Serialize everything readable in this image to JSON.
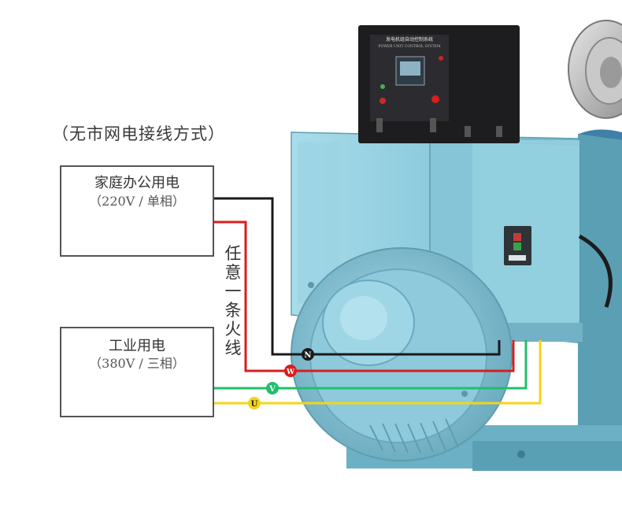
{
  "heading": "（无市网电接线方式）",
  "home": {
    "title": "家庭办公用电",
    "spec": "（220V / 单相）"
  },
  "industry": {
    "title": "工业用电",
    "spec": "（380V / 三相）"
  },
  "note_chars": [
    "任",
    "意",
    "一",
    "条",
    "火",
    "线"
  ],
  "terminals": {
    "n": "N",
    "w": "W",
    "v": "V",
    "u": "U"
  },
  "panel": {
    "title": "发电机组自动控制系统",
    "subtitle": "POWER UNIT CONTROL SYSTEM"
  },
  "colors": {
    "neutral": "#1a1a1a",
    "phase_w": "#d81e1e",
    "phase_v": "#1fbf6c",
    "phase_u": "#f2d51a",
    "generator": "#8ecfe0"
  }
}
